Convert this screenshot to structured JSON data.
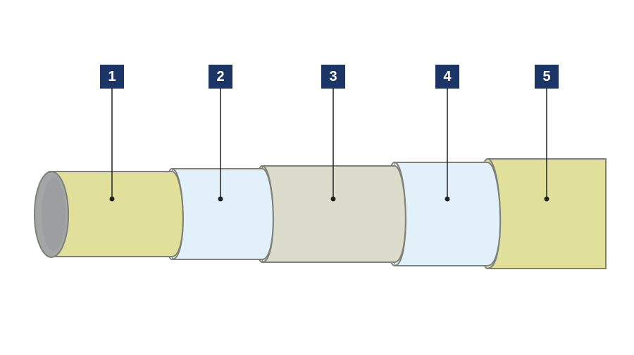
{
  "colors": {
    "navy": "#1b3567",
    "yellow": "#e0e09a",
    "light_blue": "#e2f0fa",
    "grey": "#dcdccd",
    "edge": "#7f8178",
    "bore": "#a3a5a6"
  },
  "layers": [
    {
      "number": "1",
      "fill_key": "yellow"
    },
    {
      "number": "2",
      "fill_key": "light_blue"
    },
    {
      "number": "3",
      "fill_key": "grey"
    },
    {
      "number": "4",
      "fill_key": "light_blue"
    },
    {
      "number": "5",
      "fill_key": "yellow"
    }
  ]
}
